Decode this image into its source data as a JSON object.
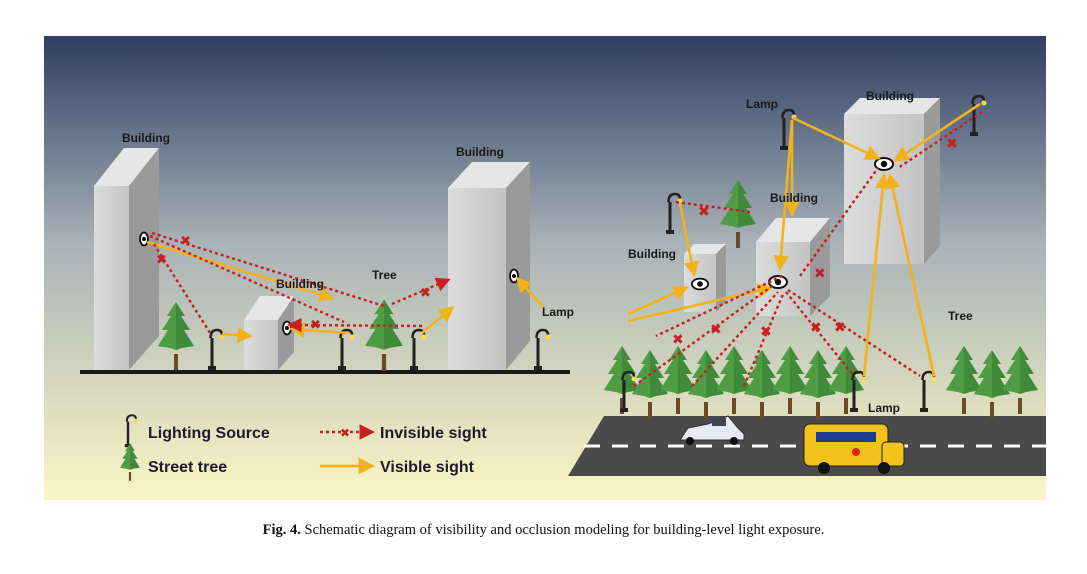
{
  "labels": {
    "building_left_tall": "Building",
    "building_left_small": "Building",
    "building_left_right": "Building",
    "tree_left": "Tree",
    "lamp_left": "Lamp",
    "lamp_right_top": "Lamp",
    "building_right_top": "Building",
    "building_right_mid": "Building",
    "building_right_small": "Building",
    "tree_right": "Tree",
    "lamp_right_bottom": "Lamp"
  },
  "legend": {
    "lighting_source": "Lighting Source",
    "street_tree": "Street tree",
    "invisible_sight": "Invisible sight",
    "visible_sight": "Visible sight"
  },
  "caption": {
    "prefix": "Fig. 4.",
    "text": "Schematic diagram of visibility and occlusion modeling for building-level light exposure."
  },
  "colors": {
    "visible": "#f2b21c",
    "invisible": "#c62020",
    "sky_top": "#2f3d63",
    "sky_bottom": "#fbf6c4",
    "building_front": "#d6d6d6",
    "building_side": "#9d9d9d",
    "tree": "#3f8a3b",
    "road": "#4a4a4a"
  }
}
